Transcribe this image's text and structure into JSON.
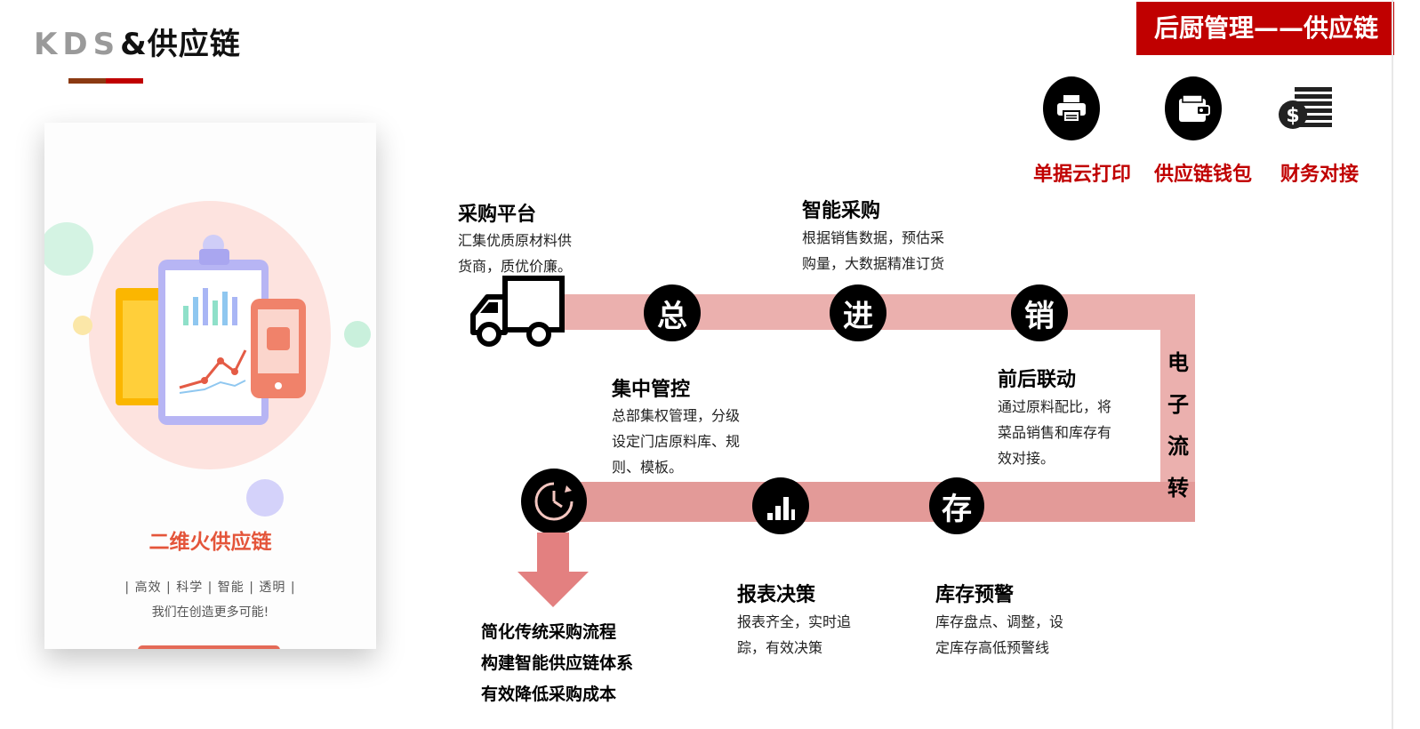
{
  "header": {
    "title_kds": "KDS",
    "title_rest": "&供应链",
    "banner": "后厨管理——供应链"
  },
  "features": [
    {
      "label": "单据云打印",
      "icon": "printer-icon"
    },
    {
      "label": "供应链钱包",
      "icon": "wallet-icon"
    },
    {
      "label": "财务对接",
      "icon": "dollar-coin-icon"
    }
  ],
  "phone": {
    "app_name": "二维火供应链",
    "tags": "| 高效 | 科学 | 智能 | 透明 |",
    "slogan": "我们在创造更多可能!"
  },
  "flow": {
    "stages": [
      "总",
      "进",
      "销",
      "存"
    ],
    "side_label": [
      "电",
      "子",
      "流",
      "转"
    ]
  },
  "blocks": {
    "purchase_platform": {
      "title": "采购平台",
      "lines": [
        "汇集优质原材料供",
        "货商，质优价廉。"
      ]
    },
    "smart_purchase": {
      "title": "智能采购",
      "lines": [
        "根据销售数据，预估采",
        "购量，大数据精准订货"
      ]
    },
    "central_control": {
      "title": "集中管控",
      "lines": [
        "总部集权管理，分级",
        "设定门店原料库、规",
        "则、模板。"
      ]
    },
    "front_back_link": {
      "title": "前后联动",
      "lines": [
        "通过原料配比，将",
        "菜品销售和库存有",
        "效对接。"
      ]
    },
    "report_decision": {
      "title": "报表决策",
      "lines": [
        "报表齐全，实时追",
        "踪，有效决策"
      ]
    },
    "stock_alert": {
      "title": "库存预警",
      "lines": [
        "库存盘点、调整，设",
        "定库存高低预警线"
      ]
    }
  },
  "summary": [
    "简化传统采购流程",
    "构建智能供应链体系",
    "有效降低采购成本"
  ],
  "colors": {
    "accent": "#c00000",
    "band": "#ebb0ae",
    "app_name": "#e4553a"
  }
}
